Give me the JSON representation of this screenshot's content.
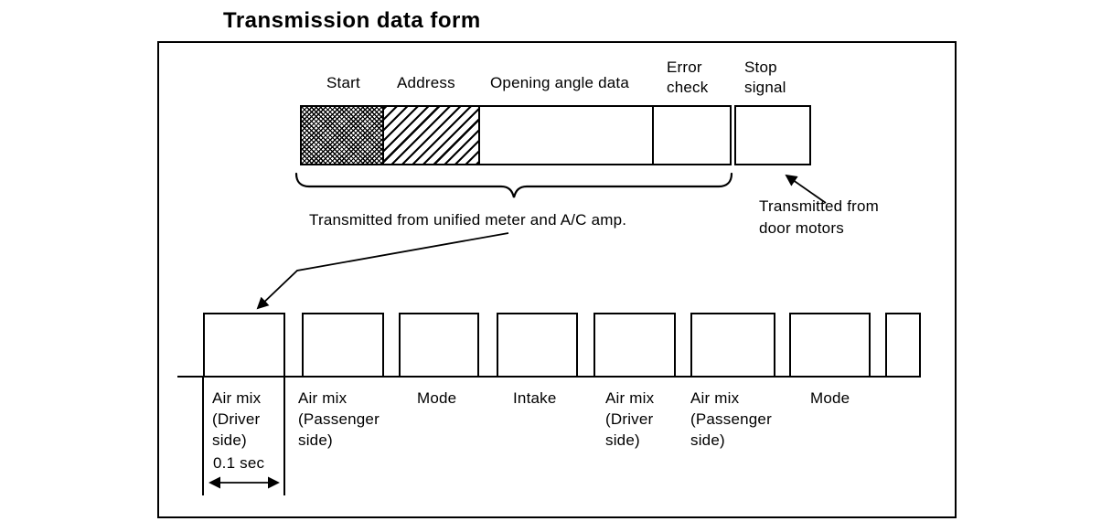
{
  "title": "Transmission data form",
  "data_frame": {
    "segments": [
      {
        "label": "Start",
        "pattern": "crosshatch",
        "source": "unified meter and A/C amp."
      },
      {
        "label": "Address",
        "pattern": "diagonal-up-hatch",
        "source": "unified meter and A/C amp."
      },
      {
        "label": "Opening angle data",
        "pattern": "plain",
        "source": "unified meter and A/C amp."
      },
      {
        "label": "Error check",
        "pattern": "plain",
        "source": "unified meter and A/C amp."
      },
      {
        "label": "Stop signal",
        "pattern": "diagonal-down-hatch",
        "source": "door motors"
      }
    ],
    "meter_caption": "Transmitted from unified meter and A/C amp.",
    "door_caption": "Transmitted from door motors"
  },
  "timing_chart": {
    "pulses": [
      {
        "label": "Air mix (Driver side)",
        "duration": "0.1 sec"
      },
      {
        "label": "Air mix (Passenger side)"
      },
      {
        "label": "Mode"
      },
      {
        "label": "Intake"
      },
      {
        "label": "Air mix (Driver side)"
      },
      {
        "label": "Air mix (Passenger side)"
      },
      {
        "label": "Mode"
      },
      {
        "label": ""
      }
    ]
  },
  "colors": {
    "ink": "#000000",
    "paper": "#ffffff"
  }
}
